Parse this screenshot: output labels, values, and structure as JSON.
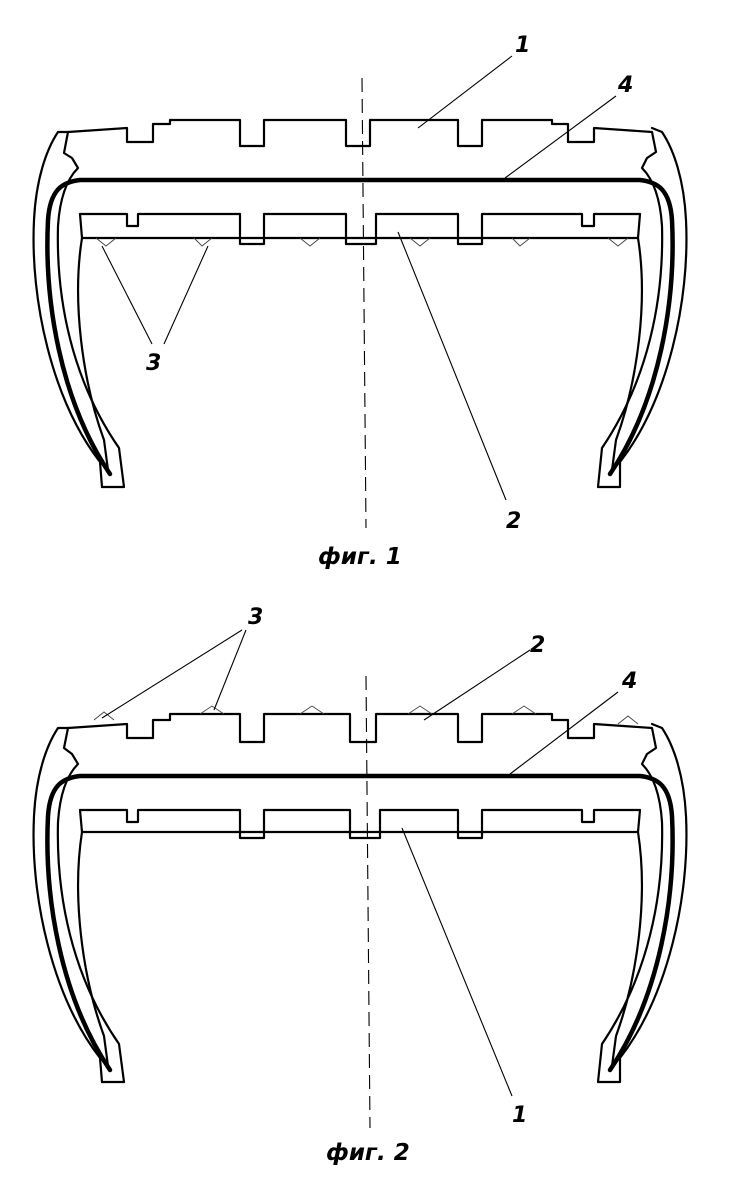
{
  "figures": [
    {
      "caption": "фиг. 1",
      "labels": {
        "a": "1",
        "b": "4",
        "c": "3",
        "d": "2"
      }
    },
    {
      "caption": "фиг. 2",
      "labels": {
        "a": "3",
        "b": "2",
        "c": "4",
        "d": "1"
      }
    }
  ],
  "colors": {
    "line": "#000000",
    "background": "#ffffff"
  }
}
